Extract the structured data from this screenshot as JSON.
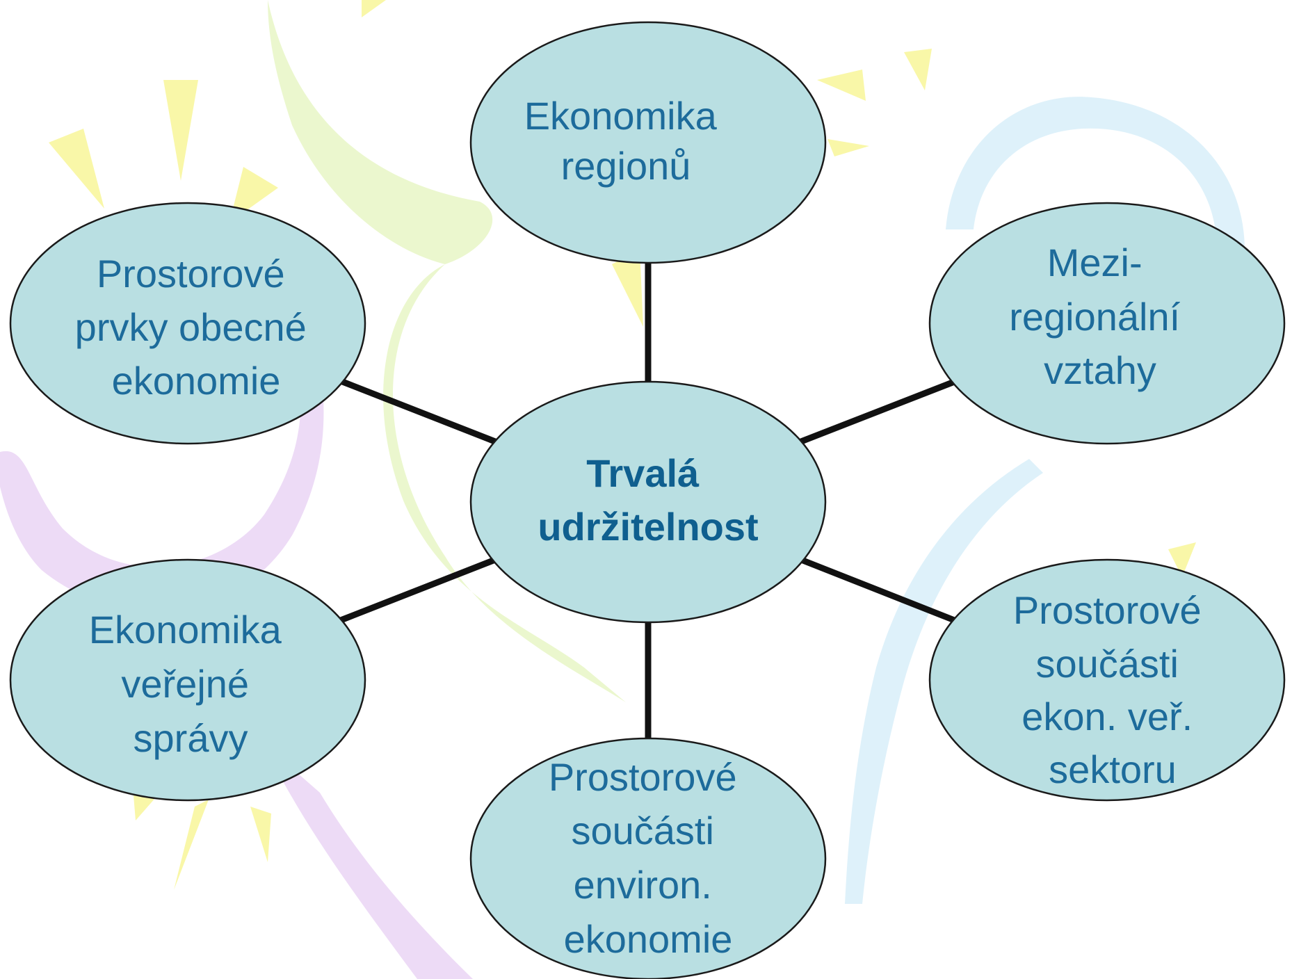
{
  "colors": {
    "node_fill": "#b9dfe2",
    "node_stroke": "#1a1a1a",
    "text": "#1d6b9b",
    "center_text": "#0f5f8f",
    "connector": "#111111",
    "decor_yellow": "#f9f7a8",
    "decor_green": "#e9f6c9",
    "decor_purple": "#ecd9f6",
    "decor_blue": "#dcf0fa"
  },
  "center": {
    "lines": [
      "Trvalá",
      "udržitelnost"
    ]
  },
  "nodes": [
    {
      "id": "ekonomika-regionu",
      "lines": [
        "Ekonomika",
        "regionů"
      ]
    },
    {
      "id": "mezi-regionalni-vztahy",
      "lines": [
        "Mezi-",
        "regionální",
        "vztahy"
      ]
    },
    {
      "id": "prostorove-soucasti-ekon-ver-sektoru",
      "lines": [
        "Prostorové",
        "součásti",
        "ekon. veř.",
        "sektoru"
      ]
    },
    {
      "id": "prostorove-soucasti-environ-ekonomie",
      "lines": [
        "Prostorové",
        "součásti",
        "environ.",
        "ekonomie"
      ]
    },
    {
      "id": "ekonomika-verejne-spravy",
      "lines": [
        "Ekonomika",
        "veřejné",
        "správy"
      ]
    },
    {
      "id": "prostorove-prvky-obecne-ekonomie",
      "lines": [
        "Prostorové",
        "prvky obecné",
        "ekonomie"
      ]
    }
  ]
}
